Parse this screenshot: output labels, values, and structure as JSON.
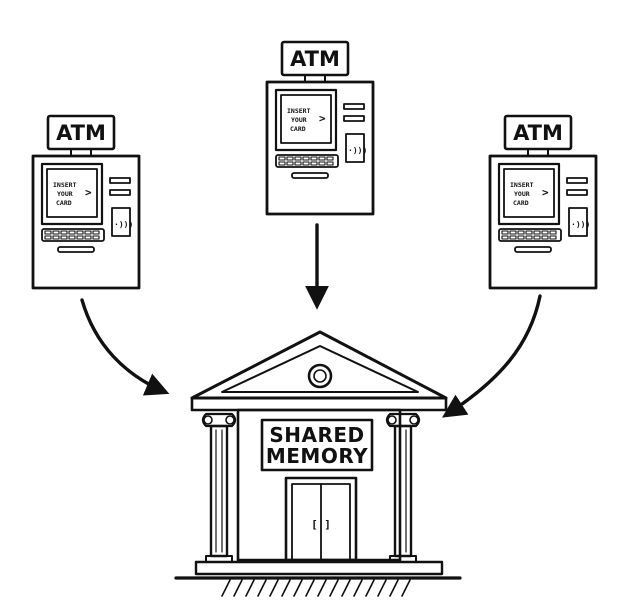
{
  "atm": {
    "sign": "ATM",
    "screen_line1": "INSERT",
    "screen_line2": "YOUR",
    "screen_line3": "CARD",
    "screen_arrow": ">",
    "contactless_symbol": "·)))"
  },
  "bank": {
    "label_line1": "SHARED",
    "label_line2": "MEMORY",
    "door_handles": "[ ]"
  },
  "icons": [
    "atm-machine-icon",
    "arrow-icon",
    "bank-building-icon",
    "contactless-icon",
    "keypad-icon"
  ]
}
